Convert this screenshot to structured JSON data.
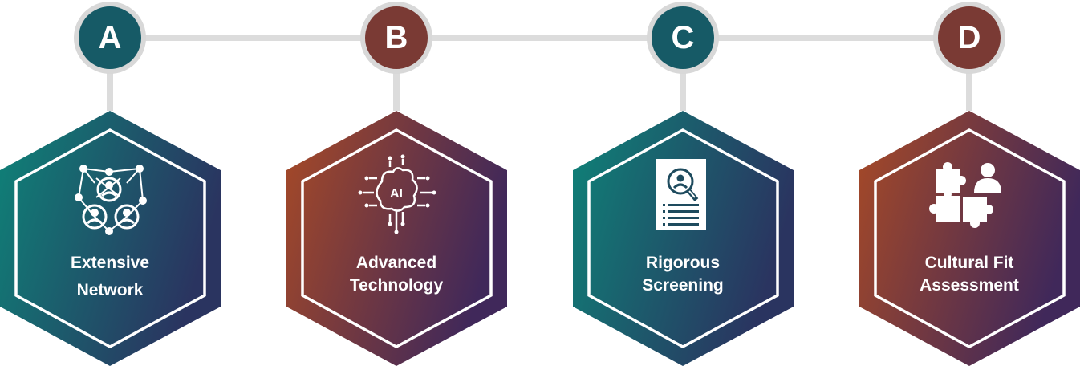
{
  "steps": [
    {
      "letter": "A",
      "title_line1": "Extensive",
      "title_line2": "Network",
      "theme": "teal",
      "icon": "network-people-icon"
    },
    {
      "letter": "B",
      "title_line1": "Advanced",
      "title_line2": "Technology",
      "theme": "rust",
      "icon": "ai-brain-icon",
      "icon_text": "AI"
    },
    {
      "letter": "C",
      "title_line1": "Rigorous",
      "title_line2": "Screening",
      "theme": "teal",
      "icon": "document-search-icon"
    },
    {
      "letter": "D",
      "title_line1": "Cultural Fit",
      "title_line2": "Assessment",
      "theme": "rust",
      "icon": "puzzle-person-icon"
    }
  ],
  "colors": {
    "teal_circle": "#165A66",
    "rust_circle": "#7A3A34",
    "teal_grad_start": "#0E8378",
    "teal_grad_end": "#2A3460",
    "rust_grad_start": "#A84A26",
    "rust_grad_end": "#40285A",
    "connector": "#DCDCDC",
    "ring": "#D8D8D8"
  }
}
